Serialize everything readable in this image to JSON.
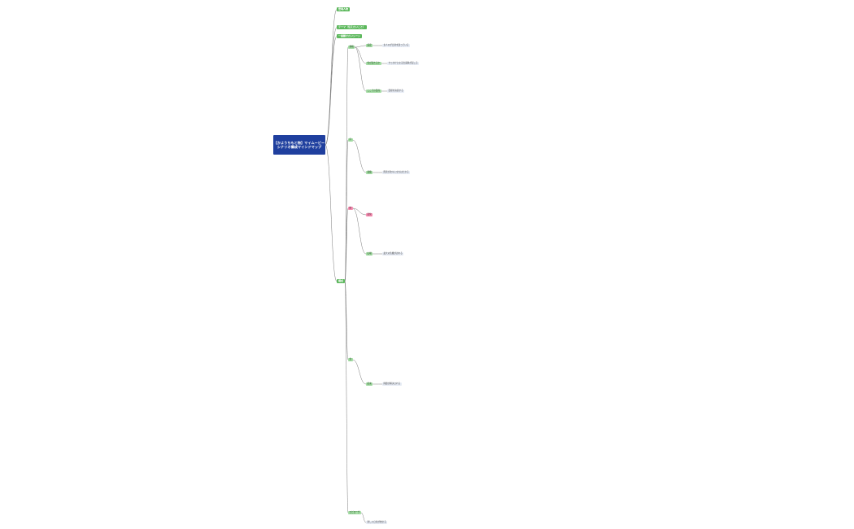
{
  "central_title": "【かようちもと物】マイムービーシナリオ構成マインドマップ",
  "branches": {
    "characters": "登場人物",
    "theme": "テーマ（伝えたいこと）",
    "lines": "一番観せたいシーン",
    "structure": "構成"
  },
  "labels": {
    "setting": "設定",
    "want": "ここでの目的",
    "what_happens": "何が起きるか",
    "change": "変化",
    "conflict": "葛藤",
    "climax": "山場",
    "ending": "結末"
  },
  "acts": {
    "act1": "発端",
    "act2a": "序",
    "act2b": "破",
    "act3": "急",
    "epilogue": "エピローグ"
  },
  "notes": {
    "n1": "主人公が日常を送っている",
    "n2": "きっかけとなる出来事が起こる",
    "n3": "目標を決意する",
    "n4": "障害が次々に立ちはだかる",
    "n5": "最大の危機が訪れる",
    "n6": "問題が解決される",
    "n7": "新しい日常が始まる"
  }
}
